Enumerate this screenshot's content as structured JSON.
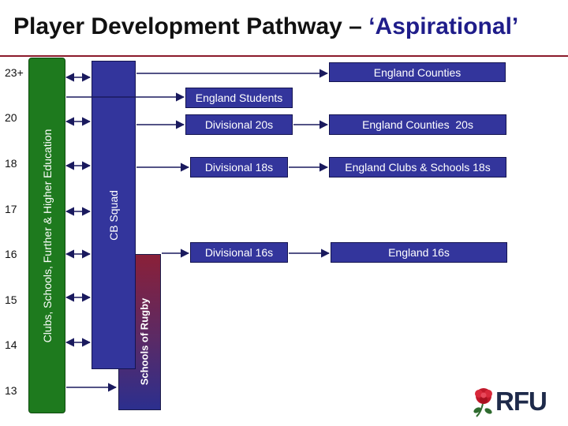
{
  "title": {
    "main": "Player Development Pathway – ",
    "accent": "‘Aspirational’"
  },
  "ages": [
    "23+",
    "20",
    "18",
    "17",
    "16",
    "15",
    "14",
    "13"
  ],
  "bars": {
    "clubs": "Clubs, Schools, Further & Higher Education",
    "cb_squad": "CB Squad",
    "schools_of_rugby": "Schools of Rugby"
  },
  "boxes": {
    "england_counties": "England Counties",
    "england_students": "England Students",
    "divisional_20s": "Divisional 20s",
    "england_counties_20s": "England Counties  20s",
    "divisional_18s": "Divisional 18s",
    "england_clubs_schools_18s": "England Clubs & Schools 18s",
    "divisional_16s": "Divisional 16s",
    "england_16s": "England 16s"
  },
  "logo": {
    "text": "RFU",
    "rose": "rose-icon"
  },
  "colors": {
    "title_accent": "#1f1d8a",
    "rule": "#8b1a2b",
    "box_fill": "#33359c",
    "clubs_fill": "#1e7a1e",
    "arrow": "#1a1a5e"
  }
}
